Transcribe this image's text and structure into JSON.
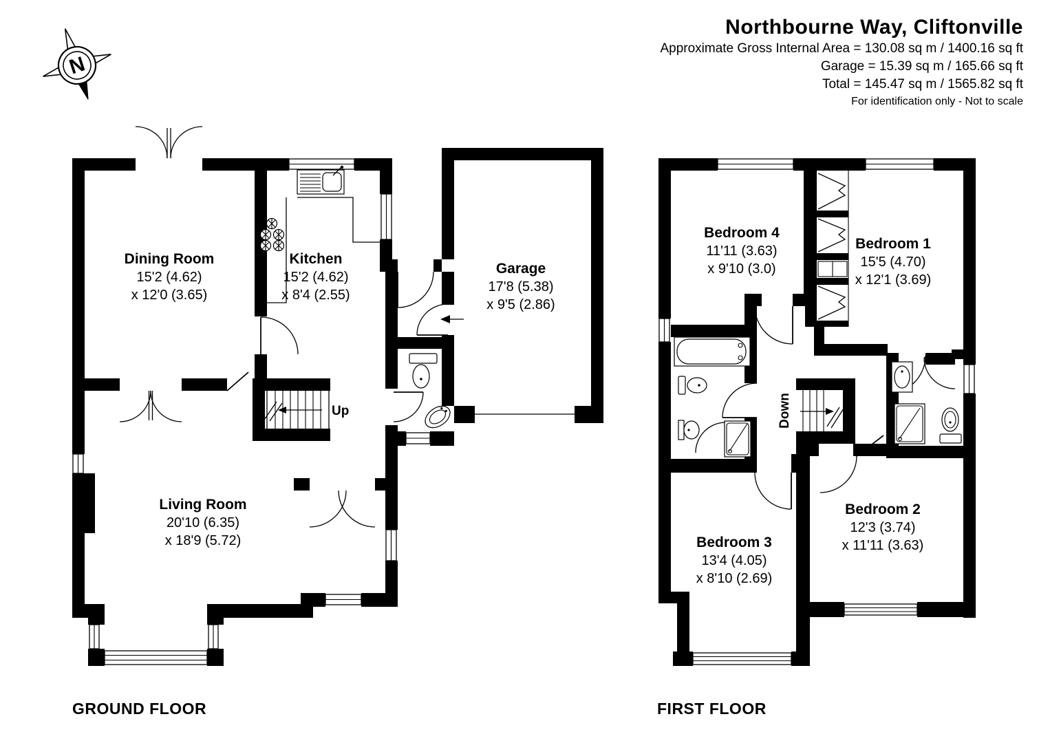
{
  "header": {
    "title": "Northbourne Way, Cliftonville",
    "area_lines": [
      "Approximate Gross Internal Area = 130.08 sq m / 1400.16 sq ft",
      "Garage = 15.39 sq m / 165.66 sq ft",
      "Total = 145.47 sq m / 1565.82 sq ft"
    ],
    "disclaimer": "For identification only - Not to scale"
  },
  "compass": {
    "north_label": "N"
  },
  "floors": {
    "ground": {
      "label": "GROUND FLOOR",
      "stairs_label": "Up",
      "rooms": {
        "dining": {
          "name": "Dining Room",
          "dim1": "15'2 (4.62)",
          "dim2": "x 12'0 (3.65)"
        },
        "kitchen": {
          "name": "Kitchen",
          "dim1": "15'2 (4.62)",
          "dim2": "x 8'4 (2.55)"
        },
        "garage": {
          "name": "Garage",
          "dim1": "17'8 (5.38)",
          "dim2": "x 9'5 (2.86)"
        },
        "living": {
          "name": "Living Room",
          "dim1": "20'10 (6.35)",
          "dim2": "x 18'9 (5.72)"
        }
      }
    },
    "first": {
      "label": "FIRST FLOOR",
      "stairs_label": "Down",
      "rooms": {
        "bedroom4": {
          "name": "Bedroom 4",
          "dim1": "11'11 (3.63)",
          "dim2": "x 9'10 (3.0)"
        },
        "bedroom1": {
          "name": "Bedroom 1",
          "dim1": "15'5 (4.70)",
          "dim2": "x 12'1 (3.69)"
        },
        "bedroom3": {
          "name": "Bedroom 3",
          "dim1": "13'4 (4.05)",
          "dim2": "x 8'10 (2.69)"
        },
        "bedroom2": {
          "name": "Bedroom 2",
          "dim1": "12'3 (3.74)",
          "dim2": "x 11'11 (3.63)"
        }
      }
    }
  }
}
